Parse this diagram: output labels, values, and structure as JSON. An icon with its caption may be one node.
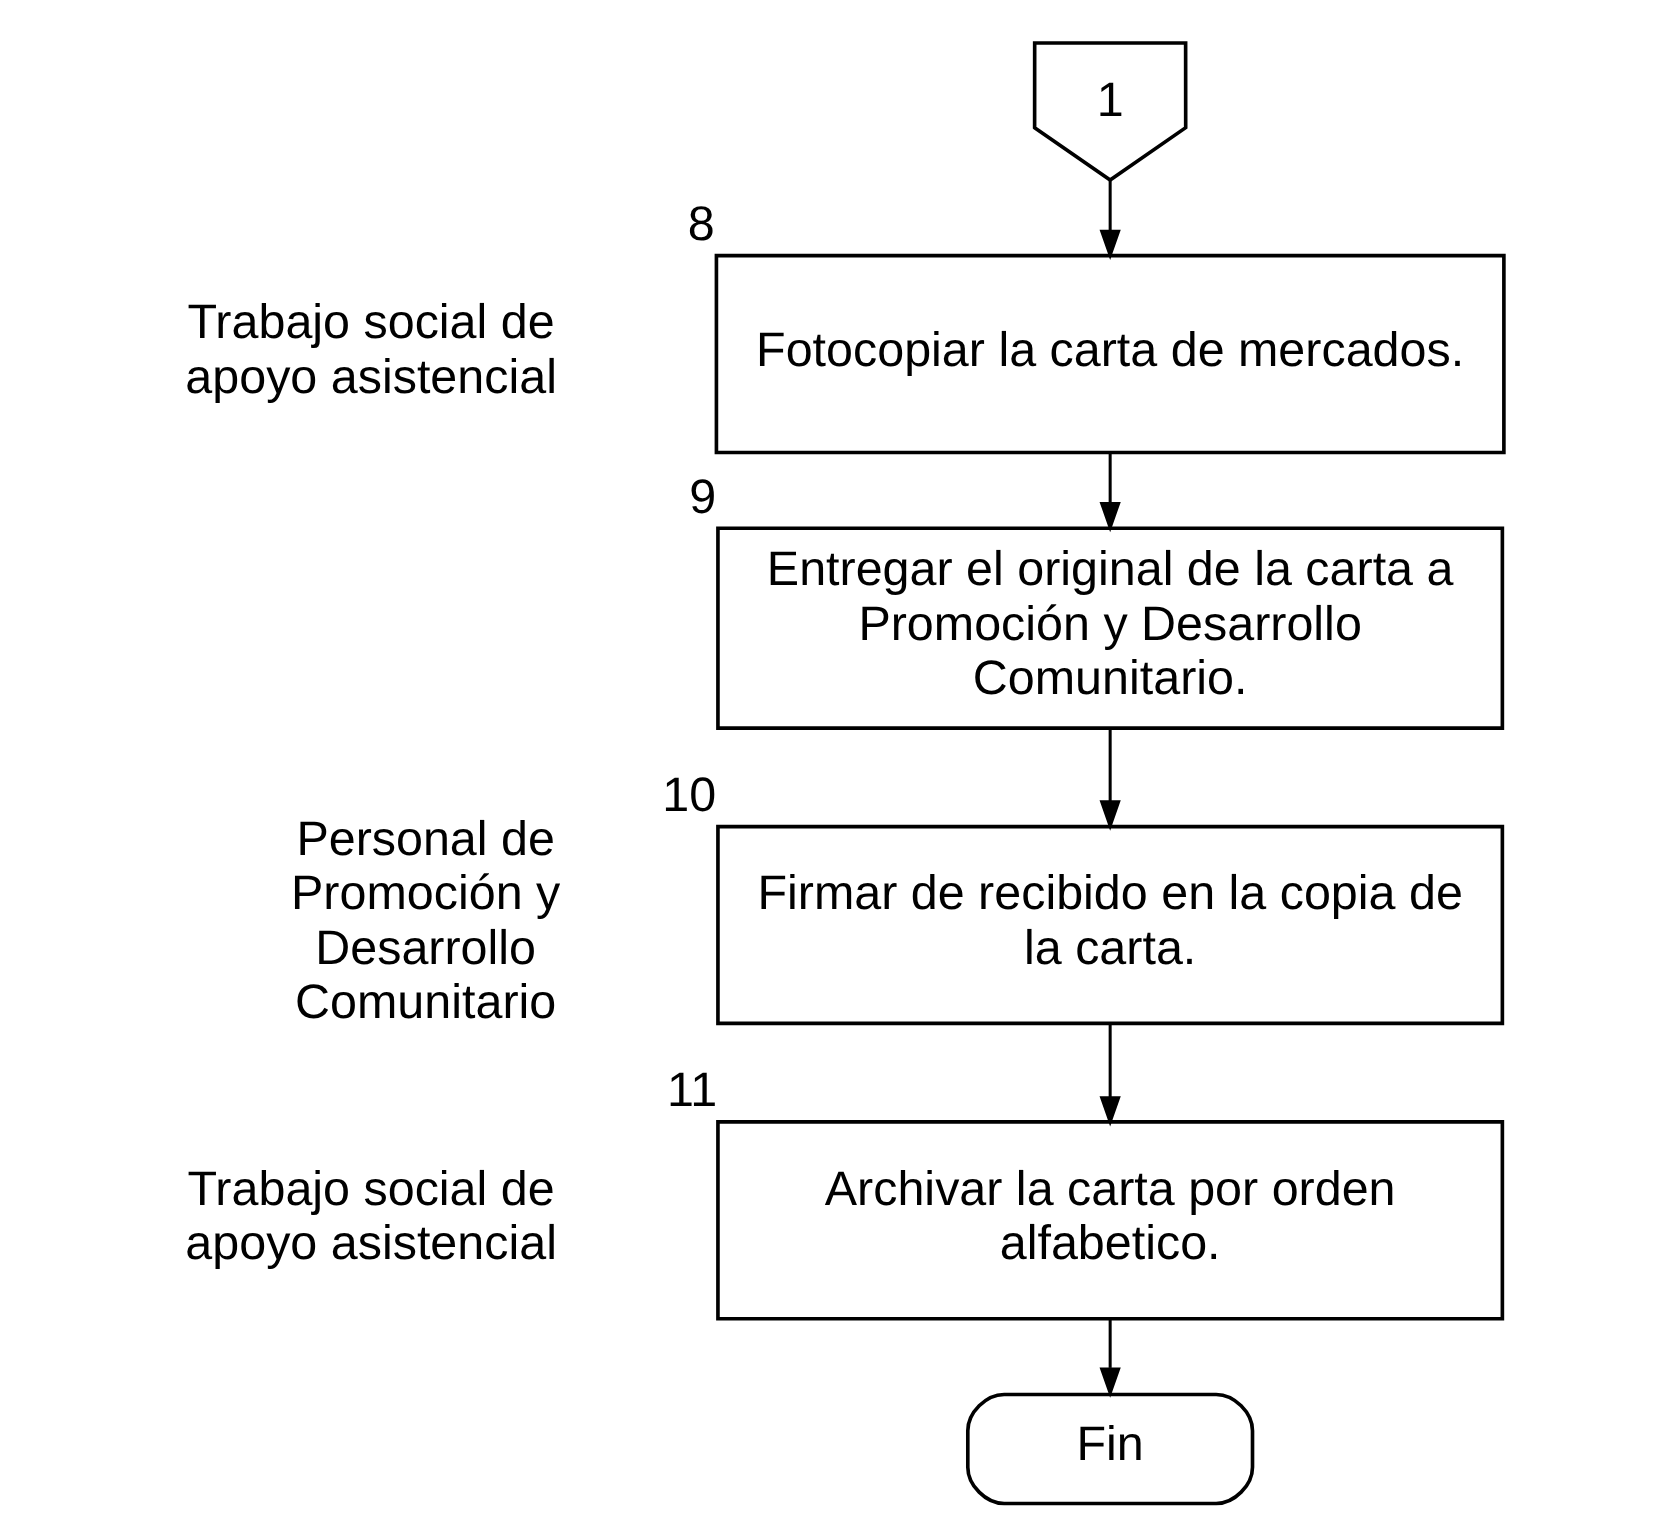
{
  "diagram": {
    "nodes": [
      {
        "text": [
          "1"
        ]
      },
      {
        "text": [
          "Fotocopiar la carta de mercados."
        ],
        "beside": [
          "8"
        ]
      },
      {
        "text": [
          "Entregar el original de la carta a Promoción y Desarrollo Comunitario."
        ],
        "beside": [
          "9"
        ]
      },
      {
        "text": [
          "Firmar de recibido en la copia de la carta."
        ],
        "beside": [
          "10"
        ]
      },
      {
        "text": [
          "Archivar la carta por orden alfabetico."
        ],
        "beside": [
          "11"
        ]
      },
      {
        "text": [
          "Fin"
        ]
      }
    ],
    "edges": [
      {
        "from": 0,
        "to": 1,
        "arrow": "to"
      },
      {
        "from": 1,
        "to": 2,
        "arrow": "to"
      },
      {
        "from": 2,
        "to": 3,
        "arrow": "to"
      },
      {
        "from": 3,
        "to": 4,
        "arrow": "to"
      },
      {
        "from": 4,
        "to": 5,
        "arrow": "to"
      }
    ],
    "labels": [
      "Trabajo social de apoyo asistencial",
      "Personal de Promoción y Desarrollo Comunitario",
      "Trabajo social de apoyo asistencial"
    ]
  }
}
